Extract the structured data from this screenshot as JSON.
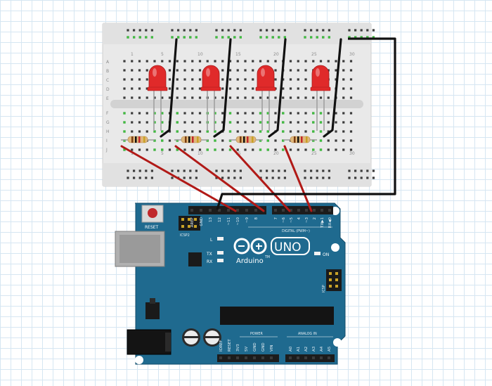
{
  "breadboard": {
    "column_numbers": [
      "1",
      "5",
      "10",
      "15",
      "20",
      "25",
      "30"
    ],
    "row_letters_top": [
      "A",
      "B",
      "C",
      "D",
      "E"
    ],
    "row_letters_bottom": [
      "F",
      "G",
      "H",
      "I",
      "J"
    ]
  },
  "leds": [
    {
      "color": "#e02a2a"
    },
    {
      "color": "#e02a2a"
    },
    {
      "color": "#e02a2a"
    },
    {
      "color": "#e02a2a"
    }
  ],
  "wires": {
    "signal_color": "#b11a17",
    "ground_color": "#111111"
  },
  "arduino": {
    "brand": "Arduino",
    "model": "UNO",
    "reset_label": "RESET",
    "icsp2_label": "ICSP2",
    "icsp_label": "ICSP",
    "l_label": "L",
    "tx_label": "TX",
    "rx_label": "RX",
    "on_label": "ON",
    "digital_label": "DIGITAL (PWM~)",
    "power_label": "POWER",
    "analog_label": "ANALOG IN",
    "digital_pins_left": [
      "AREF",
      "GND",
      "13",
      "12",
      "~11",
      "~10",
      "~9",
      "8"
    ],
    "digital_pins_right": [
      "7",
      "~6",
      "~5",
      "4",
      "~3",
      "2",
      "TX▶1",
      "RX◀0"
    ],
    "power_pins": [
      "IOREF",
      "RESET",
      "3V3",
      "5V",
      "GND",
      "GND",
      "VIN"
    ],
    "analog_pins": [
      "A0",
      "A1",
      "A2",
      "A3",
      "A4",
      "A5"
    ],
    "board_color": "#1f6a8f",
    "trademark": "TM"
  }
}
